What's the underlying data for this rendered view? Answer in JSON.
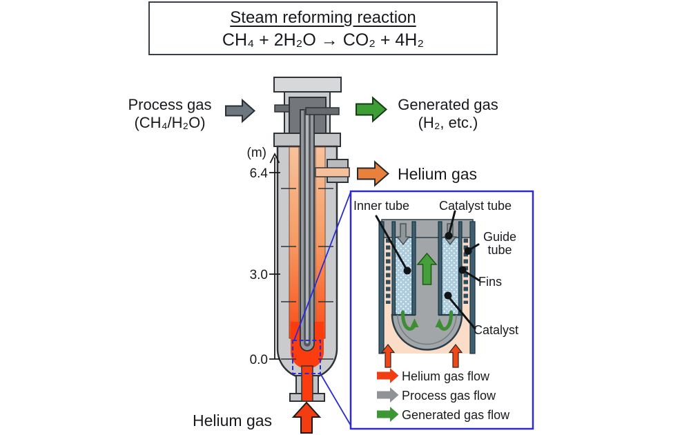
{
  "title_box": {
    "title": "Steam reforming reaction",
    "equation": "CH₄ + 2H₂O → CO₂ + 4H₂"
  },
  "flow_labels": {
    "process_gas_line1": "Process gas",
    "process_gas_line2": "(CH₄/H₂O)",
    "generated_gas_line1": "Generated gas",
    "generated_gas_line2": "(H₂, etc.)",
    "helium_gas_top": "Helium gas",
    "helium_gas_bottom": "Helium gas"
  },
  "scale": {
    "unit": "(m)",
    "tick_top": "6.4",
    "tick_middle": "3.0",
    "tick_bottom": "0.0"
  },
  "inset": {
    "labels": {
      "inner_tube": "Inner tube",
      "catalyst_tube": "Catalyst tube",
      "guide_tube": "Guide tube",
      "fins": "Fins",
      "catalyst": "Catalyst"
    },
    "legend": [
      {
        "label": "Helium gas flow",
        "color": "#f23d12"
      },
      {
        "label": "Process gas flow",
        "color": "#8f9396"
      },
      {
        "label": "Generated gas flow",
        "color": "#3e9634"
      }
    ]
  },
  "colors": {
    "helium_red": "#f23d12",
    "helium_orange": "#e8813d",
    "helium_salmon": "#f7c29c",
    "process_gray": "#6e777e",
    "generated_green": "#3d9e35",
    "callout_blue": "#2b2bd5",
    "catalyst_blue": "#adccdd",
    "vessel_gray": "#c9cbcd",
    "wall_teal": "#3f5f70"
  }
}
